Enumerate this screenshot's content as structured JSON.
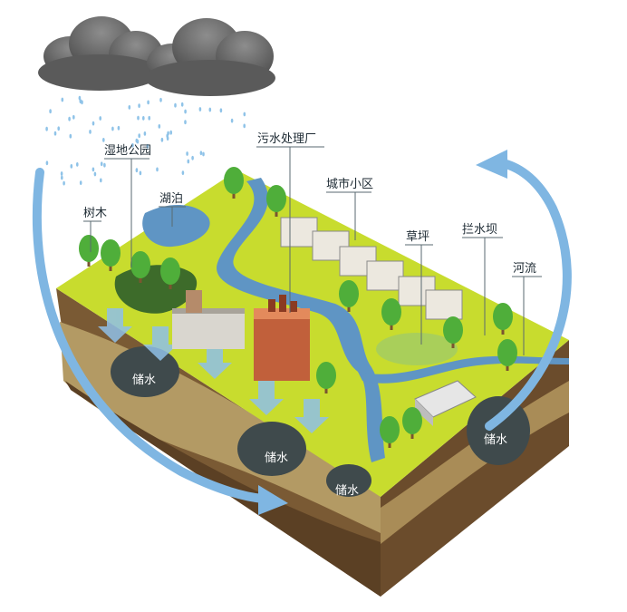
{
  "labels": {
    "trees": "树木",
    "wetland_park": "湿地公园",
    "lake": "湖泊",
    "sewage_plant": "污水处理厂",
    "residential": "城市小区",
    "lawn": "草坪",
    "dam": "拦水坝",
    "river": "河流"
  },
  "storage": {
    "a": "储水",
    "b": "储水",
    "c": "储水",
    "d": "储水"
  },
  "colors": {
    "grass": "#c8dc2e",
    "water": "#5f95c4",
    "soil_top": "#8a6a3f",
    "soil_mid": "#b79a62",
    "soil_dark": "#5e4326",
    "cloud": "#6b6b6b",
    "arrow": "#7fb6e2",
    "pocket": "#3f4a4c"
  }
}
